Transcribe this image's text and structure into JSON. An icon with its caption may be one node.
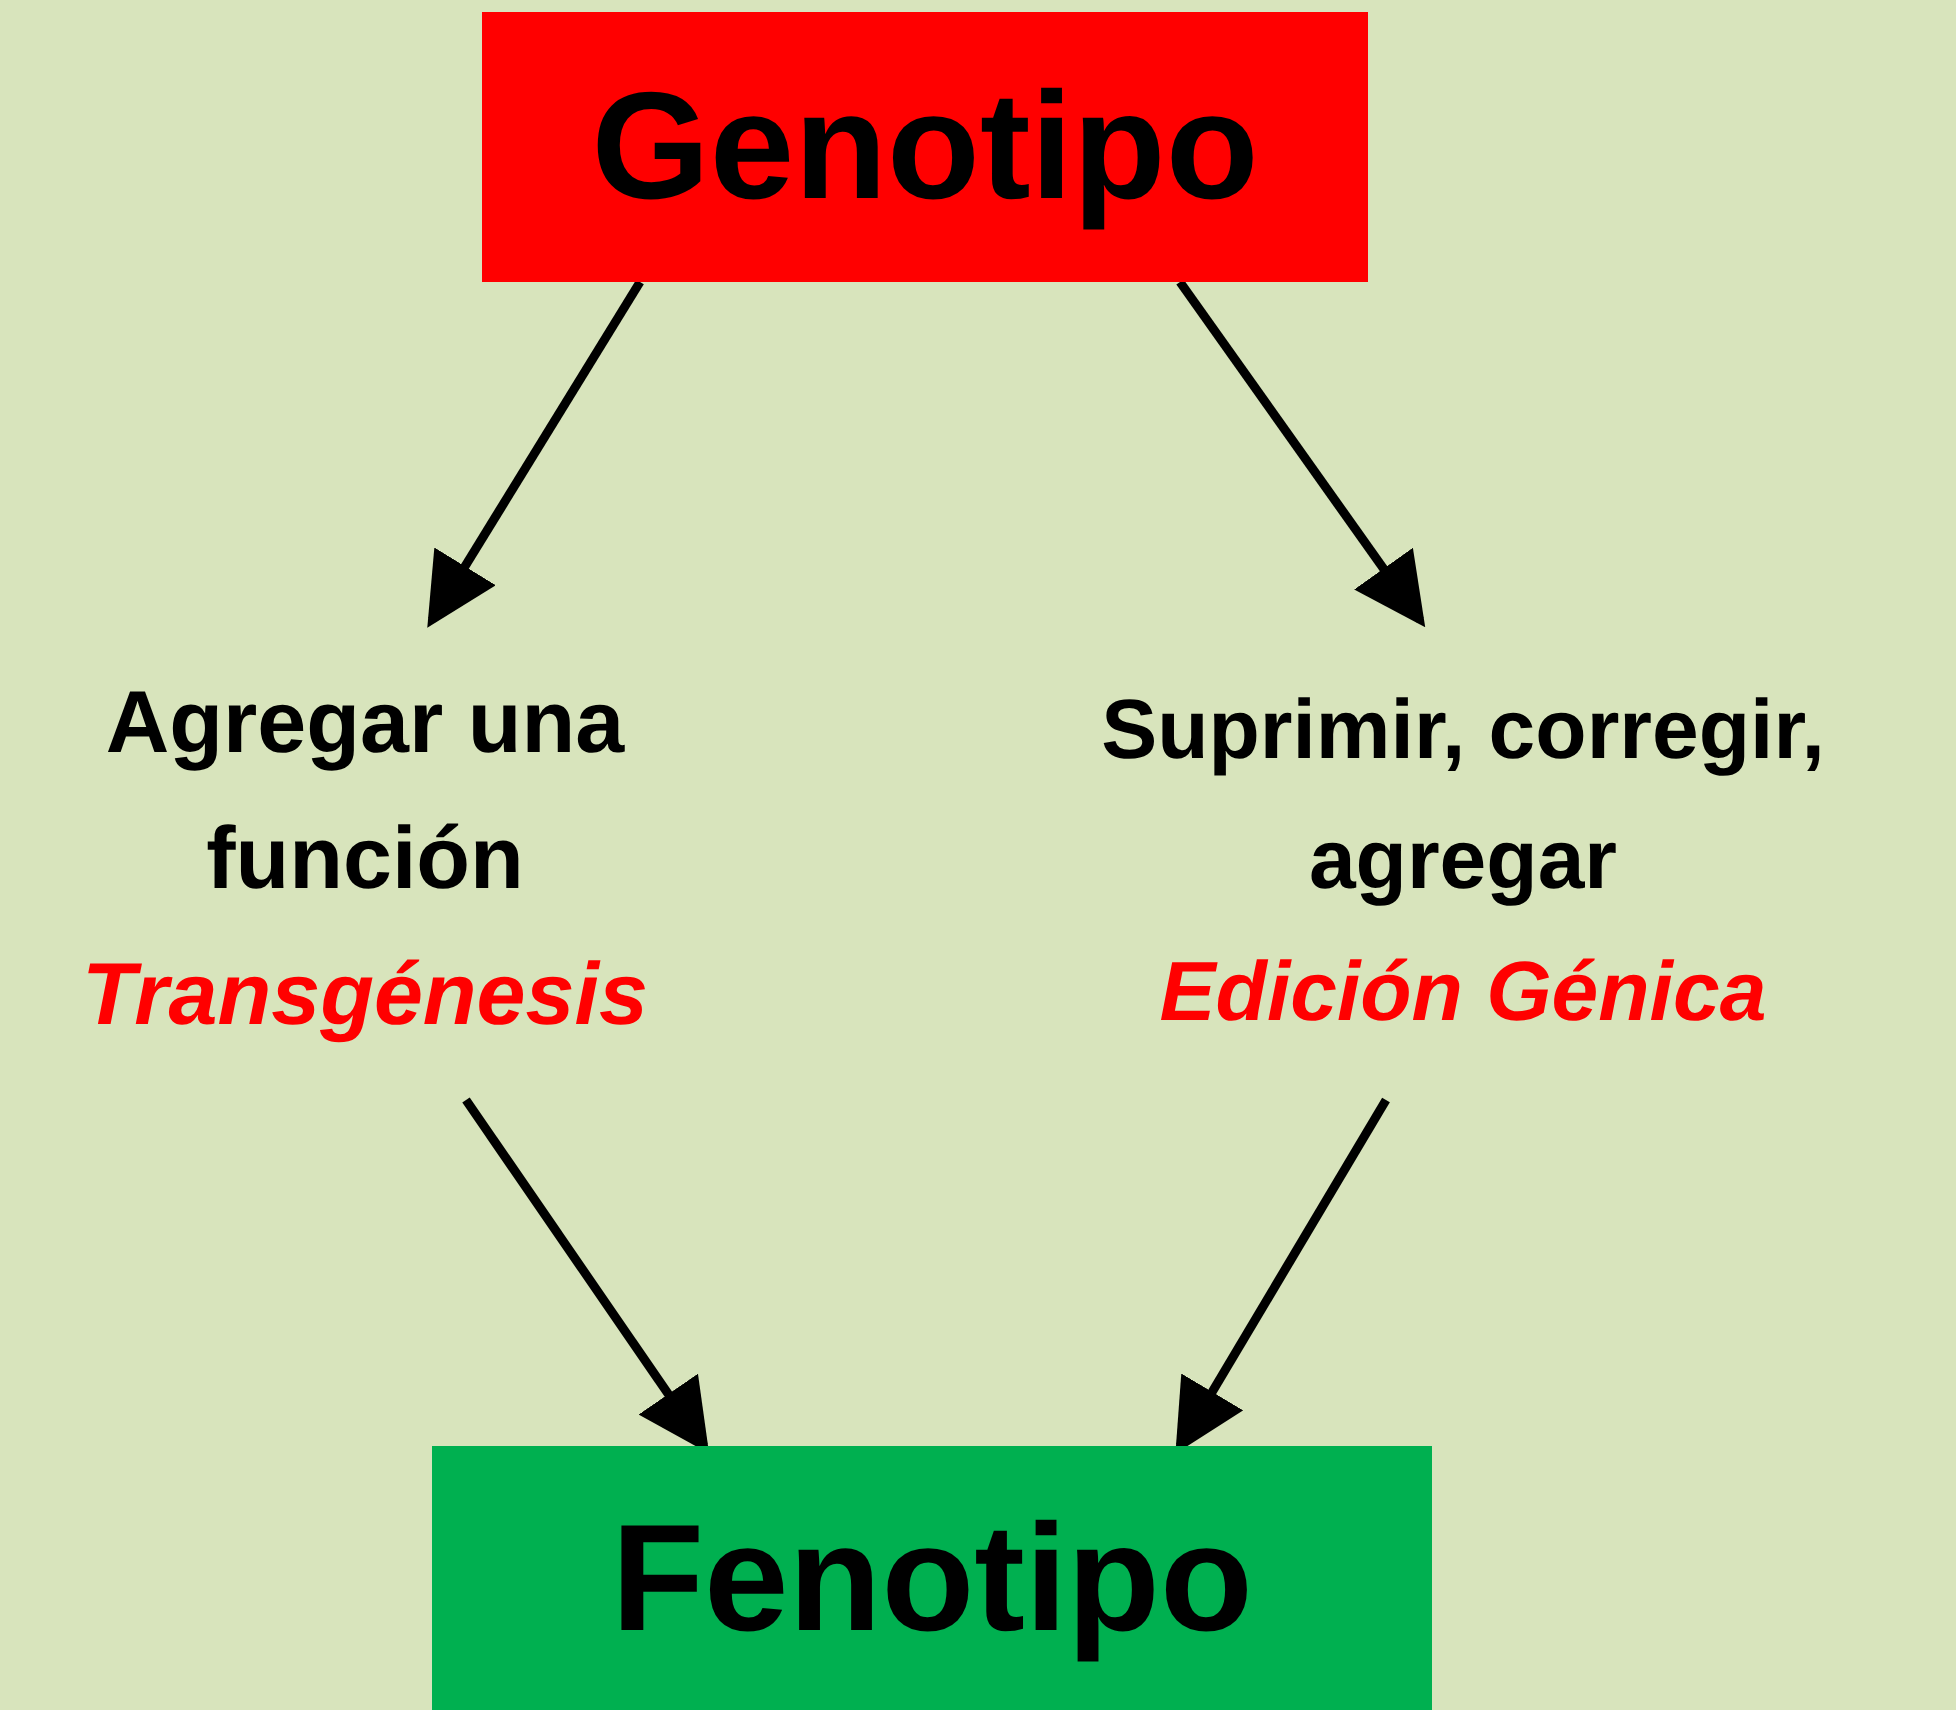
{
  "diagram": {
    "nodes": [
      {
        "text": [
          "Genotipo"
        ]
      },
      {
        "text": [
          "Agregar una función",
          "Transgénesis"
        ]
      },
      {
        "text": [
          "Suprimir, corregir, agregar",
          "Edición Génica"
        ]
      },
      {
        "text": [
          "Fenotipo"
        ]
      }
    ],
    "edges": [
      {
        "from": 0,
        "to": 1,
        "arrow": "to"
      },
      {
        "from": 0,
        "to": 2,
        "arrow": "to"
      },
      {
        "from": 1,
        "to": 3,
        "arrow": "to"
      },
      {
        "from": 2,
        "to": 3,
        "arrow": "to"
      }
    ]
  }
}
